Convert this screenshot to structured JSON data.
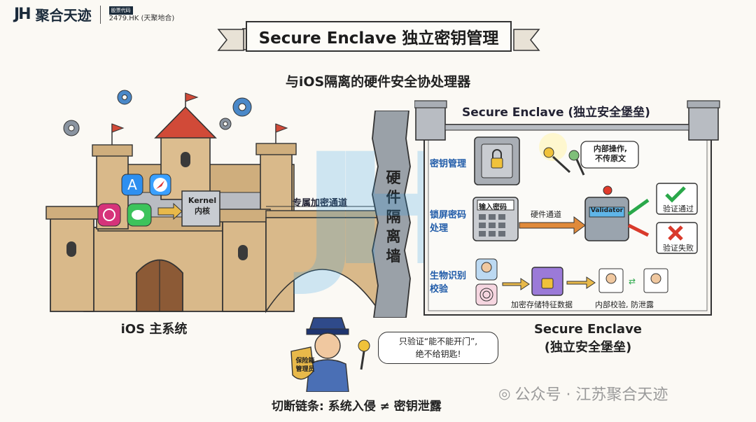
{
  "header": {
    "logo_mark": "JH",
    "brand": "聚合天迹",
    "stock_tag": "股票代码",
    "stock_code": "2479.HK (天聚地合)"
  },
  "title": "Secure Enclave 独立密钥管理",
  "subtitle": "与iOS隔离的硬件安全协处理器",
  "left": {
    "kernel_line1": "Kernel",
    "kernel_line2": "内核",
    "caption": "iOS 主系统"
  },
  "bridge_label": "专属加密通道",
  "wall_label": [
    "硬",
    "件",
    "隔",
    "离",
    "墙"
  ],
  "enclave": {
    "header": "Secure Enclave (独立安全堡垒)",
    "rows": {
      "key_mgmt": "密钥管理",
      "lock_line1": "锁屏密码",
      "lock_line2": "处理",
      "bio_line1": "生物识别",
      "bio_line2": "校验"
    },
    "bubble_line1": "内部操作,",
    "bubble_line2": "不传原文",
    "keypad_label": "输入密码",
    "channel_label": "硬件通道",
    "validator": "Validator",
    "pass": "验证通过",
    "fail": "验证失败",
    "store_caption": "加密存储特征数据",
    "check_caption": "内部校验, 防泄露",
    "caption_line1": "Secure Enclave",
    "caption_line2": "(独立安全堡垒)"
  },
  "guard": {
    "badge_line1": "保险箱",
    "badge_line2": "管理员",
    "speech_line1": "只验证“能不能开门”,",
    "speech_line2": "绝不给钥匙!"
  },
  "footer": "切断链条: 系统入侵 ≠ 密钥泄露",
  "watermark": "公众号 · 江苏聚合天迹",
  "colors": {
    "stone": "#d9b98a",
    "accent_blue": "#2d7fd6",
    "pass": "#2aa84a",
    "fail": "#d93a2b"
  }
}
